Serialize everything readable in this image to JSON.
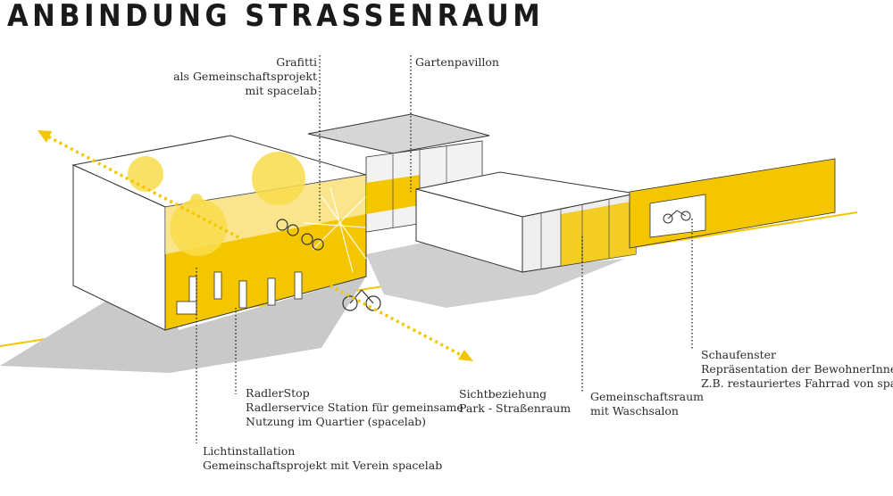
{
  "title": "ANBINDUNG STRASSENRAUM",
  "colors": {
    "accent": "#f3c600",
    "shadow": "#c9c9c9",
    "wall": "#ffffff",
    "line": "#333333"
  },
  "labels": {
    "grafitti": [
      "Grafitti",
      "als Gemeinschaftsprojekt",
      "mit spacelab"
    ],
    "gartenpavillon": [
      "Gartenpavillon"
    ],
    "radlerstop": [
      "RadlerStop",
      "Radlerservice Station für gemeinsame",
      "Nutzung im Quartier (spacelab)"
    ],
    "lichtinstallation": [
      "Lichtinstallation",
      "Gemeinschaftsprojekt mit Verein spacelab"
    ],
    "sichtbeziehung": [
      "Sichtbeziehung",
      "Park - Straßenraum"
    ],
    "gemeinschaftsraum": [
      "Gemeinschaftsraum",
      "mit Waschsalon"
    ],
    "schaufenster": [
      "Schaufenster",
      "Repräsentation der BewohnerInnen",
      "Z.B. restauriertes Fahrrad von spacelab"
    ]
  }
}
